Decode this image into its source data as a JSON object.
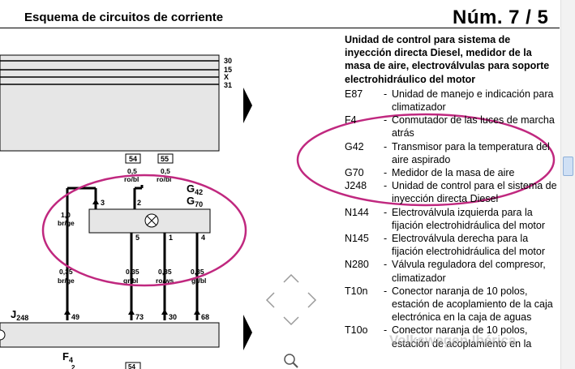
{
  "header": {
    "title": "Esquema de circuitos de corriente",
    "page_number": "Núm.  7 / 5"
  },
  "bus_labels": [
    "30",
    "15",
    "X",
    "31"
  ],
  "diagram": {
    "fuse_54": "54",
    "fuse_55": "55",
    "pin_top_left": "0,5\nro/bl",
    "pin_top_right": "0,5\nro/bl",
    "sensor_label_1": "G",
    "sensor_sub_1": "42",
    "sensor_label_2": "G",
    "sensor_sub_2": "70",
    "wire_left_top": "1,0\nbr/ge",
    "wire_left_bottom": "0,35\nbr/ge",
    "wire_2": "0,35\ngr/bl",
    "wire_3": "0,35\nro/ws",
    "wire_4": "0,35\ngr/bl",
    "pin_3": "3",
    "pin_2": "2",
    "pin_5": "5",
    "pin_1": "1",
    "pin_4": "4",
    "j248_label": "J",
    "j248_sub": "248",
    "term_49": "49",
    "term_73": "73",
    "term_30": "30",
    "term_68": "68",
    "f4_label": "F",
    "f4_sub": "4",
    "bottom_fuse": "54",
    "bottom_pin": "2"
  },
  "description": {
    "title": "Unidad de control para sistema de inyección directa Diesel, medidor de la masa de aire, electroválvulas para soporte electrohidráulico del motor",
    "entries": [
      {
        "code": "E87",
        "text": "Unidad de manejo e indicación para climatizador"
      },
      {
        "code": "F4",
        "text": "Conmutador de las luces de marcha atrás"
      },
      {
        "code": "G42",
        "text": "Transmisor para la temperatura del aire aspirado"
      },
      {
        "code": "G70",
        "text": "Medidor de la masa de aire"
      },
      {
        "code": "J248",
        "text": "Unidad de control para el sistema de inyección directa Diesel"
      },
      {
        "code": "N144",
        "text": "Electroválvula izquierda para la fijación electrohidráulica del motor"
      },
      {
        "code": "N145",
        "text": "Electroválvula derecha para la fijación electrohidráulica del motor"
      },
      {
        "code": "N280",
        "text": "Válvula reguladora del compresor, climatizador"
      },
      {
        "code": "T10n",
        "text": "Conector naranja de 10 polos, estación de acoplamiento de la caja electrónica en la caja de aguas"
      },
      {
        "code": "T10o",
        "text": "Conector naranja de 10 polos, estación de acoplamiento en la"
      }
    ]
  },
  "watermark": "Volkswagen Ibérica",
  "colors": {
    "annotation": "#c0287f",
    "panel": "#e6e6e6"
  }
}
